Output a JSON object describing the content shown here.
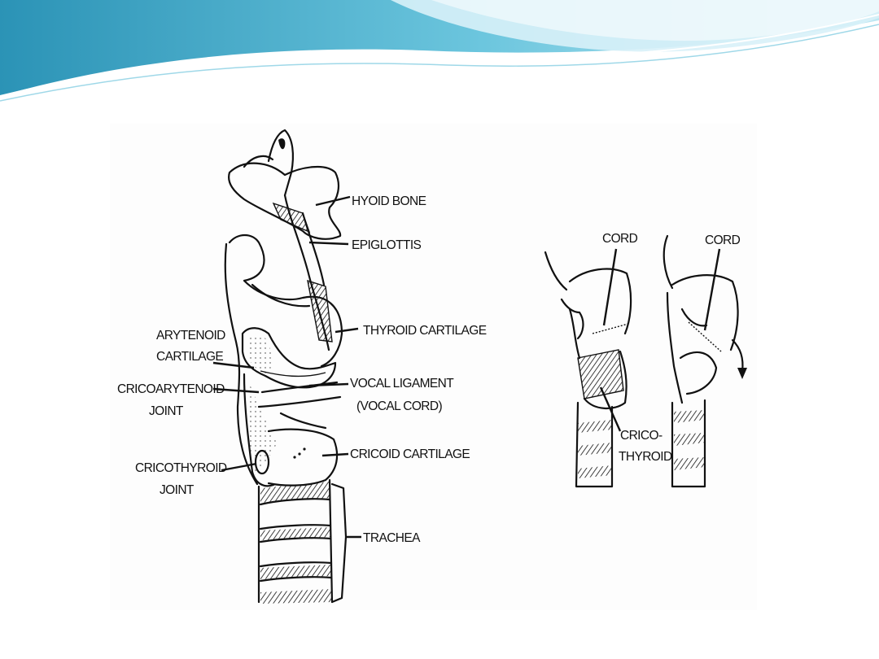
{
  "slide": {
    "colors": {
      "banner_dark": "#2b93b6",
      "banner_mid": "#5fbfd9",
      "banner_light": "#bfe7f2",
      "ink": "#111111"
    }
  },
  "diagram": {
    "left_labels": {
      "hyoid_bone": "HYOID BONE",
      "epiglottis": "EPIGLOTTIS",
      "thyroid_cartilage": "THYROID CARTILAGE",
      "arytenoid_line1": "ARYTENOID",
      "arytenoid_line2": "CARTILAGE",
      "cricoarytenoid_line1": "CRICOARYTENOID",
      "cricoarytenoid_line2": "JOINT",
      "vocal_ligament_line1": "VOCAL LIGAMENT",
      "vocal_ligament_line2": "(VOCAL CORD)",
      "cricoid_cartilage": "CRICOID CARTILAGE",
      "cricothyroid_line1": "CRICOTHYROID",
      "cricothyroid_line2": "JOINT",
      "trachea": "TRACHEA"
    },
    "right_labels": {
      "cord_left": "CORD",
      "cord_right": "CORD",
      "crico_line1": "CRICO-",
      "crico_line2": "THYROID"
    }
  }
}
